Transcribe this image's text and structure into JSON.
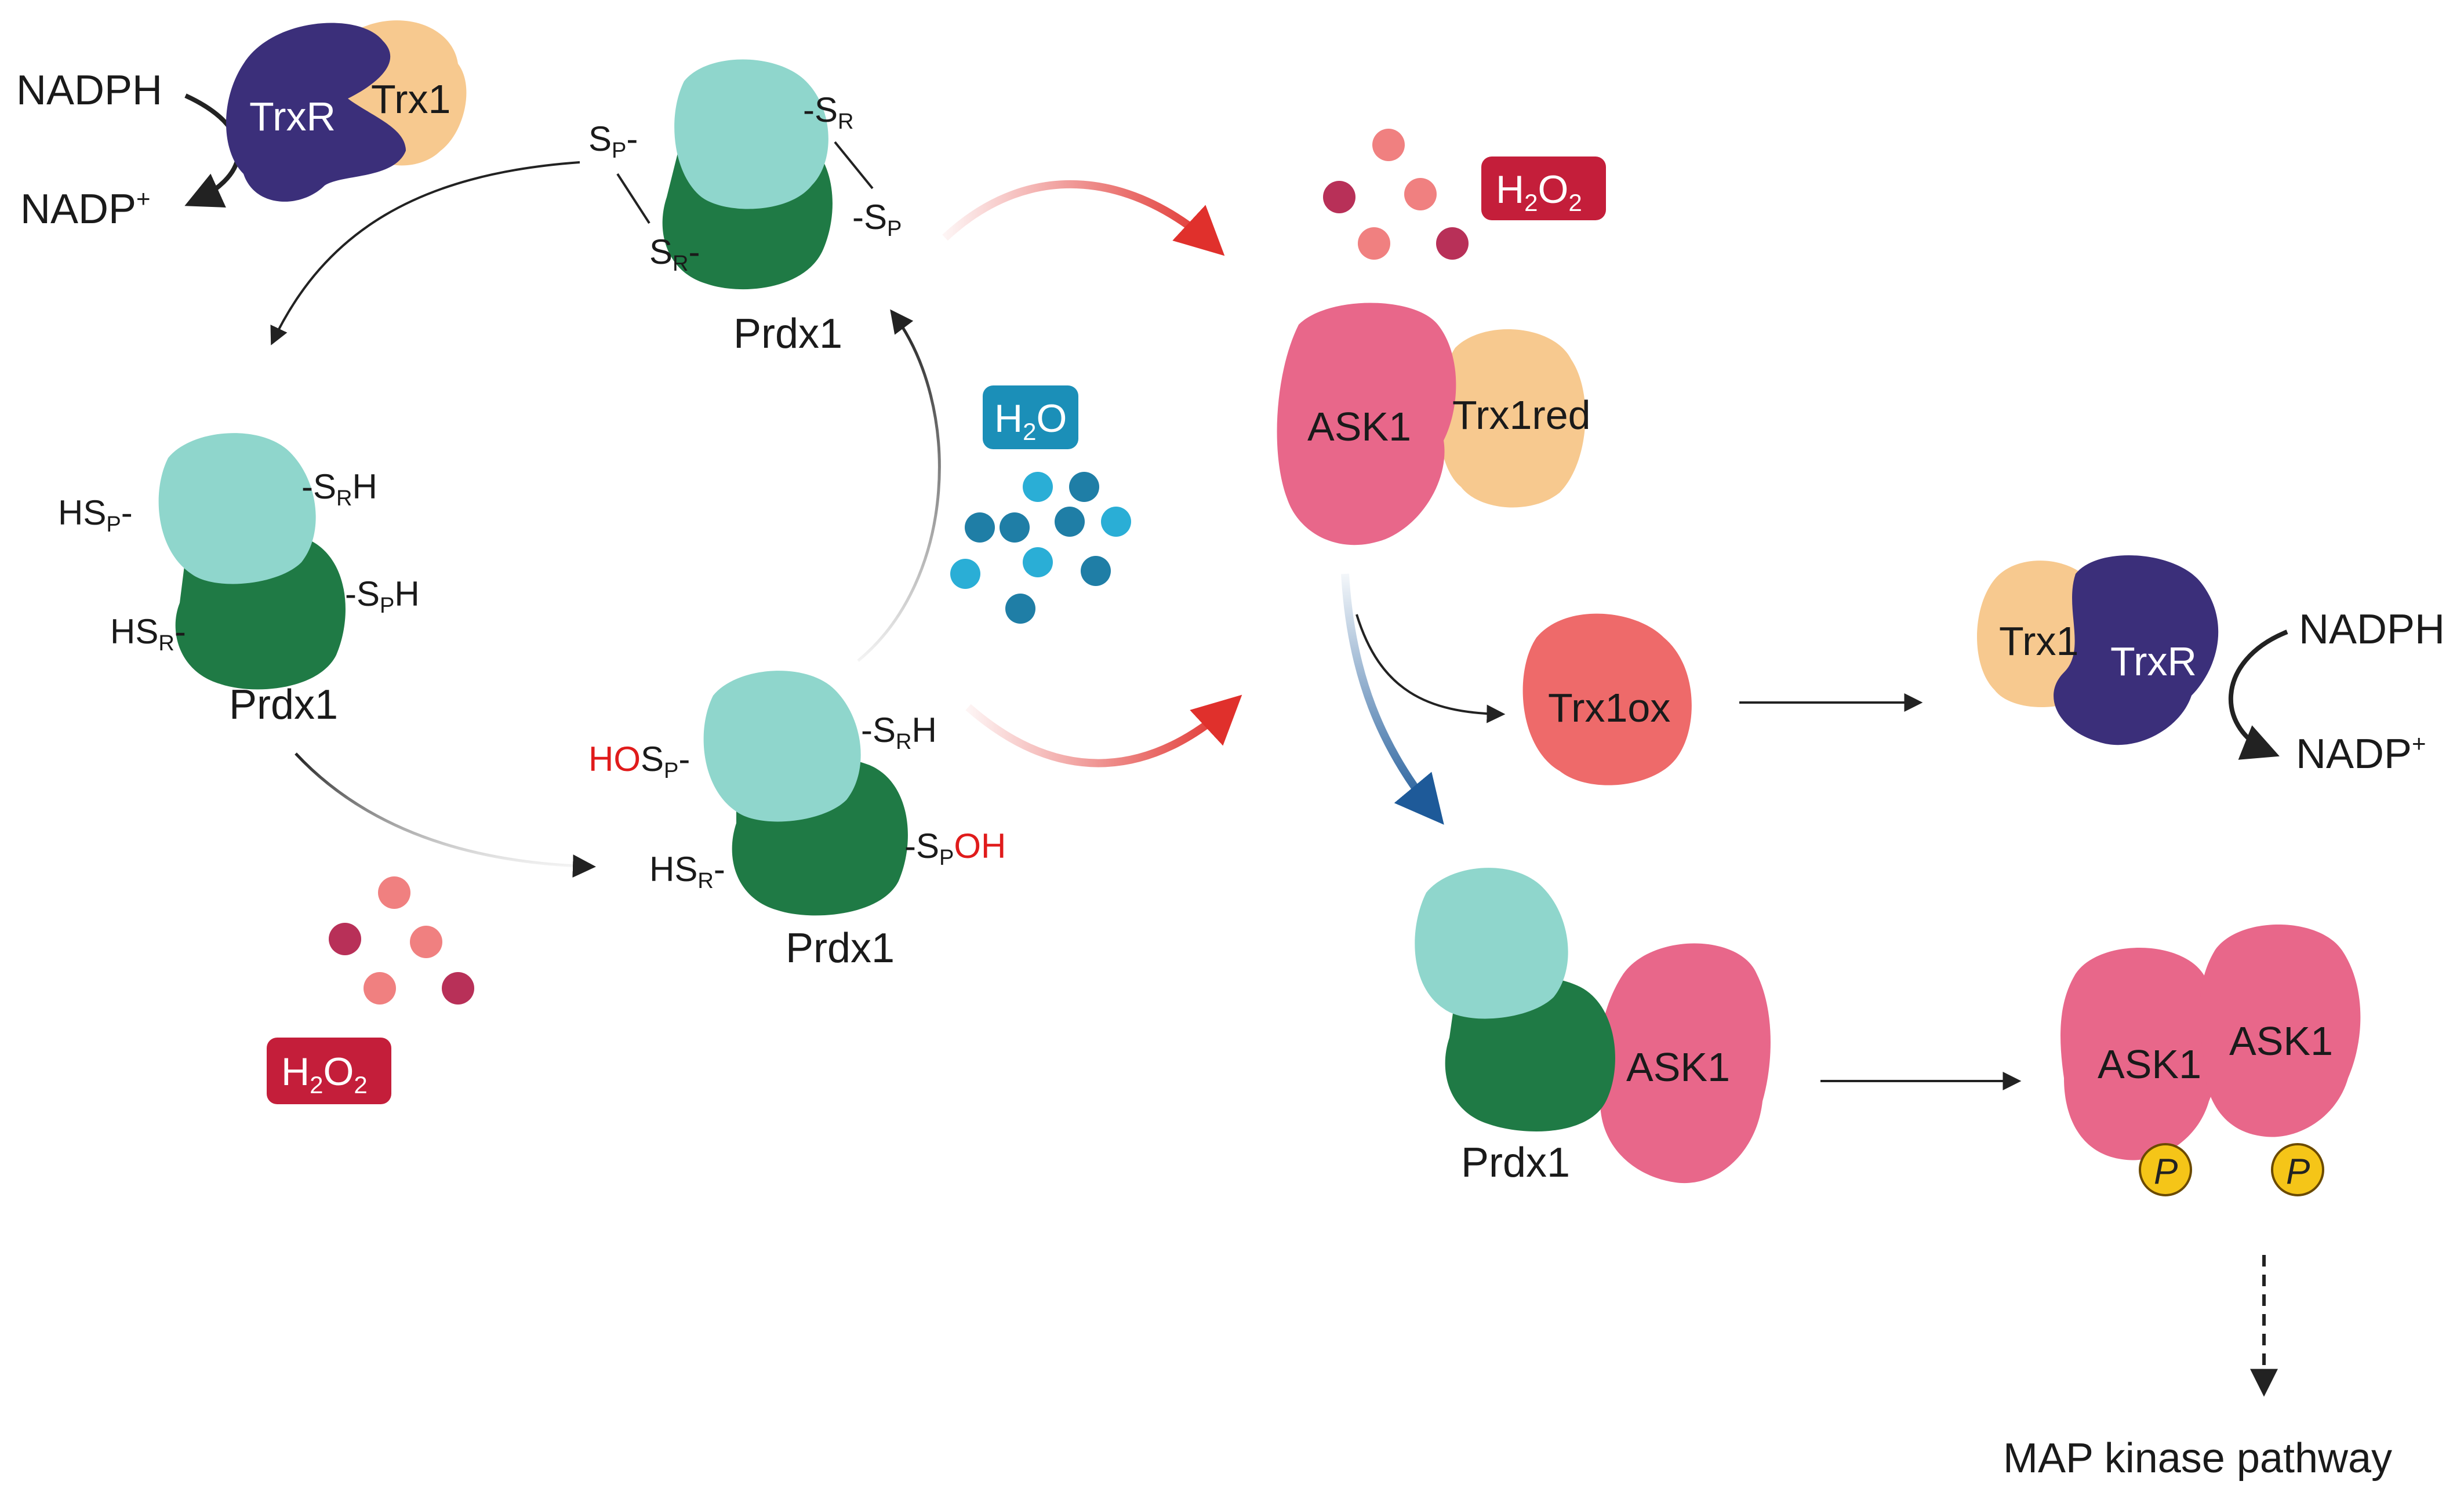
{
  "colors": {
    "prdx_light": "#8fd6cc",
    "prdx_dark": "#1f7a45",
    "ask1": "#e8678a",
    "trx1": "#f7c98f",
    "trxr": "#3b2f7a",
    "trx1ox": "#ee6a6a",
    "h2o2_badge": "#c41e3a",
    "h2o_badge": "#1b8fb8",
    "red_arrow": "#e0302c",
    "blue_arrow": "#1e5a99",
    "phospho": "#f5c518",
    "ox_text": "#e01b1b"
  },
  "top_left": {
    "nadph": "NADPH",
    "nadp": "NADP",
    "nadp_sup": "+",
    "trxr": "TrxR",
    "trx1": "Trx1"
  },
  "prdx_top": {
    "name": "Prdx1",
    "left_sp": "S",
    "left_sp_sub": "P",
    "left_sp_end": "-",
    "left_sr": "S",
    "left_sr_sub": "R",
    "left_sr_end": "-",
    "right_sr_pre": "-S",
    "right_sr_sub": "R",
    "right_sp_pre": "-S",
    "right_sp_sub": "P"
  },
  "prdx_left": {
    "name": "Prdx1",
    "hsp": "HS",
    "hsp_sub": "P",
    "hsp_end": "-",
    "hsr": "HS",
    "hsr_sub": "R",
    "hsr_end": "-",
    "srh_pre": "-S",
    "srh_sub": "R",
    "srh_end": "H",
    "sph_pre": "-S",
    "sph_sub": "P",
    "sph_end": "H"
  },
  "prdx_mid": {
    "name": "Prdx1",
    "ho": "HO",
    "hosp": "S",
    "hosp_sub": "P",
    "hosp_end": "-",
    "hsr": "HS",
    "hsr_sub": "R",
    "hsr_end": "-",
    "srh_pre": "-S",
    "srh_sub": "R",
    "srh_end": "H",
    "spoh_pre": "-S",
    "spoh_sub": "P",
    "spoh_end": "OH"
  },
  "h2o_badge": {
    "main": "H",
    "sub": "2",
    "end": "O"
  },
  "h2o2_badge_left": {
    "h": "H",
    "s1": "2",
    "o": "O",
    "s2": "2"
  },
  "h2o2_badge_right": {
    "h": "H",
    "s1": "2",
    "o": "O",
    "s2": "2"
  },
  "ask_complex": {
    "ask1": "ASK1",
    "trx1red": "Trx1red"
  },
  "trx1ox": "Trx1ox",
  "right_trx": {
    "trx1": "Trx1",
    "trxr": "TrxR",
    "nadph": "NADPH",
    "nadp": "NADP",
    "nadp_sup": "+"
  },
  "prdx_ask": {
    "prdx": "Prdx1",
    "ask1": "ASK1"
  },
  "ask_dimer": {
    "ask1_a": "ASK1",
    "ask1_b": "ASK1",
    "p_a": "P",
    "p_b": "P"
  },
  "map_kinase": "MAP kinase pathway"
}
